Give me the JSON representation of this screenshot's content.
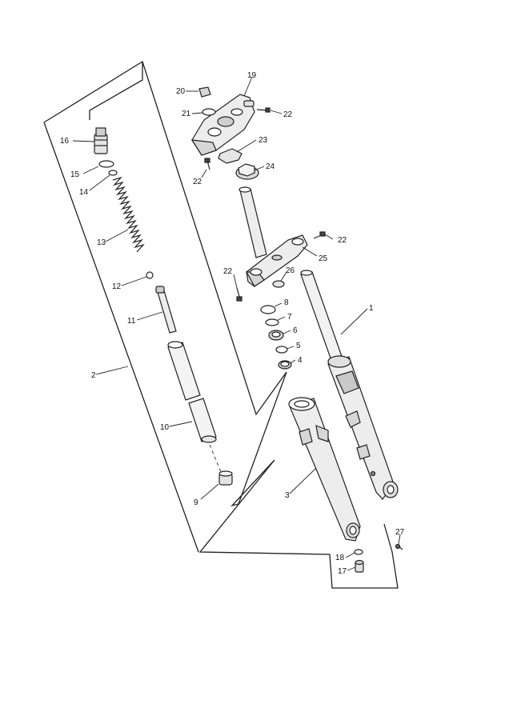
{
  "diagram": {
    "colors": {
      "part_fill": "#ededed",
      "part_shade": "#c8c8c8",
      "stroke": "#222222",
      "background": "#ffffff"
    },
    "callouts": [
      {
        "id": "c1",
        "label": "1"
      },
      {
        "id": "c2",
        "label": "2"
      },
      {
        "id": "c3",
        "label": "3"
      },
      {
        "id": "c4",
        "label": "4"
      },
      {
        "id": "c5",
        "label": "5"
      },
      {
        "id": "c6",
        "label": "6"
      },
      {
        "id": "c7",
        "label": "7"
      },
      {
        "id": "c8",
        "label": "8"
      },
      {
        "id": "c9",
        "label": "9"
      },
      {
        "id": "c10",
        "label": "10"
      },
      {
        "id": "c11",
        "label": "11"
      },
      {
        "id": "c12",
        "label": "12"
      },
      {
        "id": "c13",
        "label": "13"
      },
      {
        "id": "c14",
        "label": "14"
      },
      {
        "id": "c15",
        "label": "15"
      },
      {
        "id": "c16",
        "label": "16"
      },
      {
        "id": "c17",
        "label": "17"
      },
      {
        "id": "c18",
        "label": "18"
      },
      {
        "id": "c19",
        "label": "19"
      },
      {
        "id": "c20",
        "label": "20"
      },
      {
        "id": "c21",
        "label": "21"
      },
      {
        "id": "c22a",
        "label": "22"
      },
      {
        "id": "c22b",
        "label": "22"
      },
      {
        "id": "c22c",
        "label": "22"
      },
      {
        "id": "c22d",
        "label": "22"
      },
      {
        "id": "c23",
        "label": "23"
      },
      {
        "id": "c24",
        "label": "24"
      },
      {
        "id": "c25",
        "label": "25"
      },
      {
        "id": "c26",
        "label": "26"
      },
      {
        "id": "c27",
        "label": "27"
      }
    ]
  }
}
